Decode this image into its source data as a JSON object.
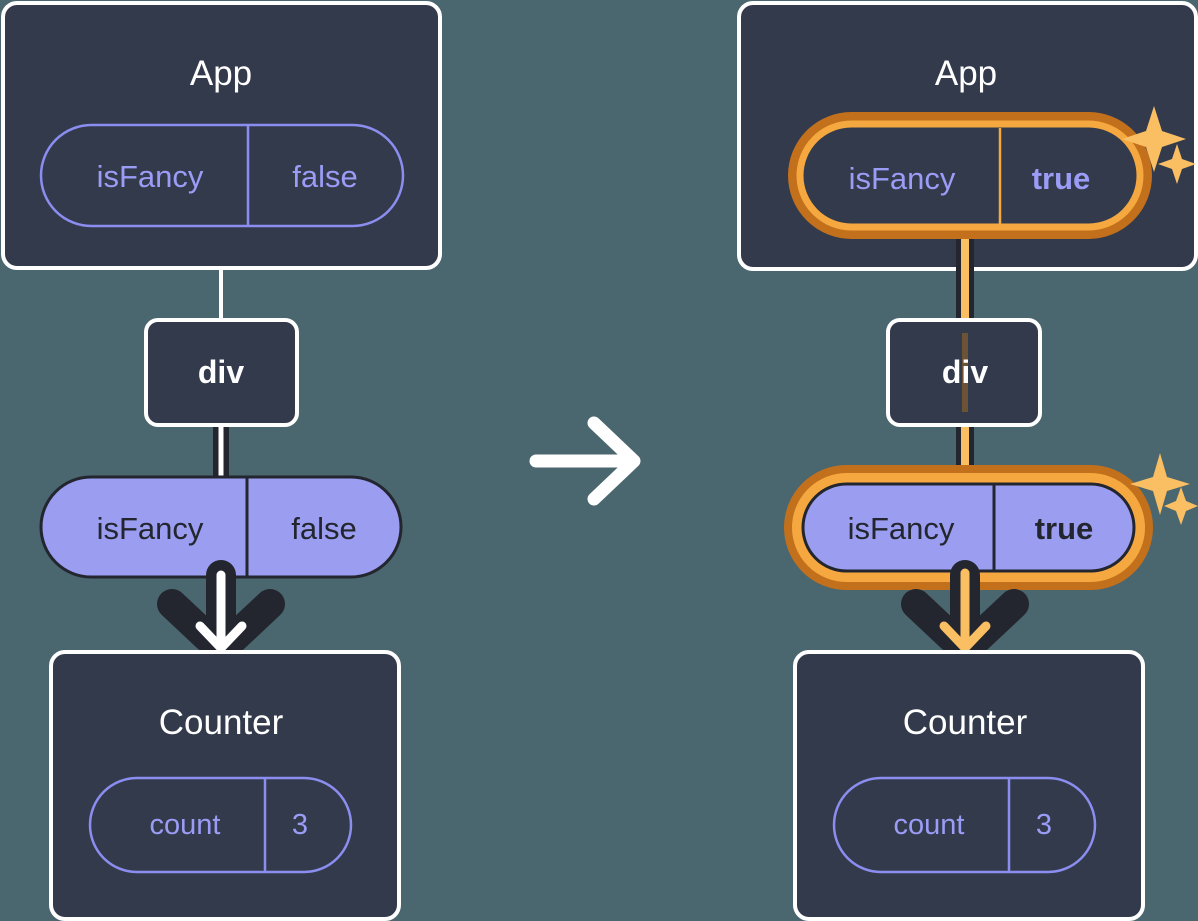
{
  "diagram": {
    "title_hidden": "",
    "background_color": "#4a666e",
    "box_fill": "#333a4c",
    "box_border": "#ffffff",
    "pill_outline_color": "#8b8ef0",
    "pill_filled_color": "#9a9df0",
    "highlight_outer": "#c2701b",
    "highlight_inner": "#f5a83f",
    "sparkle_color": "#fbbf63",
    "arrow_white": "#ffffff",
    "arrow_dark": "#23262f",
    "arrow_amber": "#fbbf63"
  },
  "left": {
    "app": {
      "title": "App",
      "state": {
        "name": "isFancy",
        "value": "false"
      }
    },
    "div": {
      "label": "div"
    },
    "prop": {
      "name": "isFancy",
      "value": "false"
    },
    "counter": {
      "title": "Counter",
      "state": {
        "name": "count",
        "value": "3"
      }
    }
  },
  "transition": {
    "icon": "arrow-right-icon"
  },
  "right": {
    "app": {
      "title": "App",
      "state": {
        "name": "isFancy",
        "value": "true",
        "highlighted": true
      }
    },
    "div": {
      "label": "div"
    },
    "prop": {
      "name": "isFancy",
      "value": "true",
      "highlighted": true
    },
    "counter": {
      "title": "Counter",
      "state": {
        "name": "count",
        "value": "3"
      }
    },
    "sparkles": [
      "sparkle-icon",
      "sparkle-icon"
    ]
  }
}
